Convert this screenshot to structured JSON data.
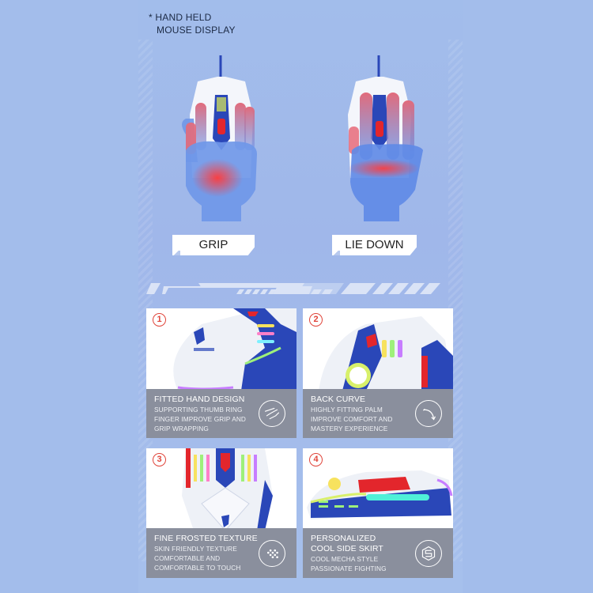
{
  "header": {
    "note_line1": "* HAND HELD",
    "note_line2": "MOUSE DISPLAY"
  },
  "modes": [
    {
      "label": "GRIP"
    },
    {
      "label": "LIE DOWN"
    }
  ],
  "features": [
    {
      "number": "1",
      "title": "FITTED HAND DESIGN",
      "lines": [
        "SUPPORTING THUMB RING",
        "FINGER IMPROVE GRIP AND",
        "GRIP WRAPPING"
      ],
      "icon": "hand-grip-icon"
    },
    {
      "number": "2",
      "title": "BACK CURVE",
      "lines": [
        "HIGHLY FITTING PALM",
        "IMPROVE COMFORT AND",
        "MASTERY EXPERIENCE"
      ],
      "icon": "curve-arrow-icon"
    },
    {
      "number": "3",
      "title": "FINE FROSTED TEXTURE",
      "lines": [
        "SKIN FRIENDLY TEXTURE",
        "COMFORTABLE AND",
        "COMFORTABLE TO TOUCH"
      ],
      "icon": "texture-dots-icon"
    },
    {
      "number": "4",
      "title_line1": "PERSONALIZED",
      "title_line2": "COOL SIDE SKIRT",
      "lines": [
        "COOL MECHA STYLE",
        "PASSIONATE FIGHTING"
      ],
      "icon": "side-skirt-icon"
    }
  ],
  "colors": {
    "background": "#a3bdeb",
    "caption_bg": "#8a8f9d",
    "accent_red": "#e0443a",
    "mouse_blue": "#2a47b8"
  }
}
